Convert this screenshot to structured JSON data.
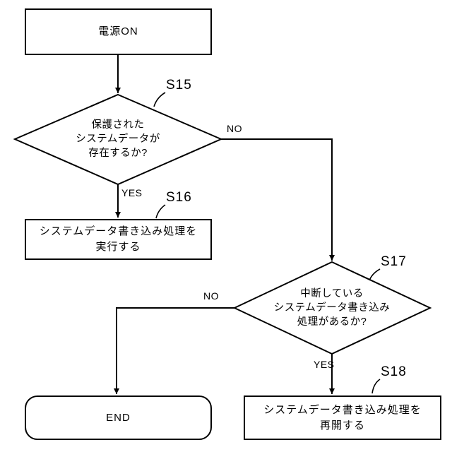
{
  "nodes": {
    "power_on": {
      "label": "電源ON"
    },
    "s15": {
      "step": "S15",
      "lines": [
        "保護された",
        "システムデータが",
        "存在するか?"
      ]
    },
    "s16": {
      "step": "S16",
      "lines": [
        "システムデータ書き込み処理を",
        "実行する"
      ]
    },
    "s17": {
      "step": "S17",
      "lines": [
        "中断している",
        "システムデータ書き込み",
        "処理があるか?"
      ]
    },
    "s18": {
      "step": "S18",
      "lines": [
        "システムデータ書き込み処理を",
        "再開する"
      ]
    },
    "end_node": {
      "label": "END"
    }
  },
  "branches": {
    "s15_no": "NO",
    "s15_yes": "YES",
    "s17_no": "NO",
    "s17_yes": "YES"
  },
  "colors": {
    "stroke": "#000000",
    "background": "#ffffff"
  }
}
